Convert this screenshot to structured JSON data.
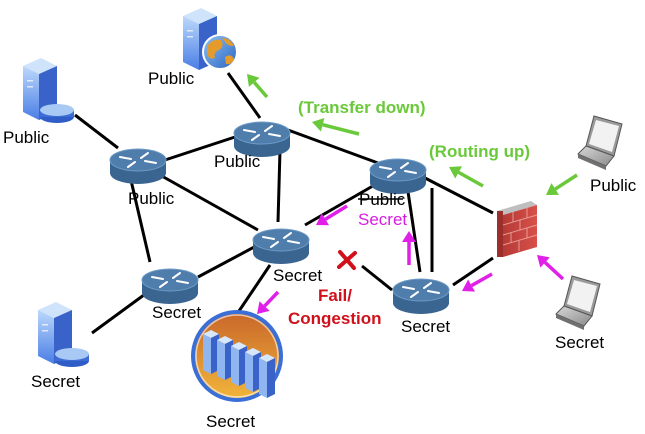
{
  "colors": {
    "public_arrow": "#6ac93a",
    "secret_arrow": "#e020e8",
    "fail": "#d0111b",
    "link": "#000000",
    "router_top": "#4f7eac",
    "router_side": "#3a6590"
  },
  "nodes": {
    "web_server": {
      "label": "Public"
    },
    "db_server_public": {
      "label": "Public"
    },
    "router_public_left": {
      "label": "Public"
    },
    "router_public_top": {
      "label": "Public"
    },
    "router_reclassified": {
      "old_label": "Public",
      "new_label": "Secret"
    },
    "router_secret_center": {
      "label": "Secret"
    },
    "router_secret_left": {
      "label": "Secret"
    },
    "router_secret_right": {
      "label": "Secret"
    },
    "db_server_secret": {
      "label": "Secret"
    },
    "server_cluster": {
      "label": "Secret"
    },
    "laptop_public": {
      "label": "Public"
    },
    "laptop_secret": {
      "label": "Secret"
    },
    "firewall": {
      "label": ""
    }
  },
  "annotations": {
    "transfer_down": "(Transfer down)",
    "routing_up": "(Routing up)",
    "fail_line1": "Fail/",
    "fail_line2": "Congestion"
  }
}
